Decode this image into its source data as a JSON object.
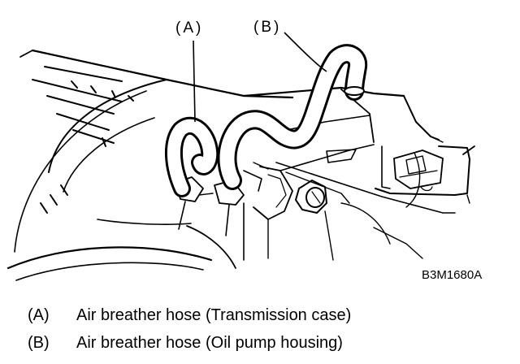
{
  "callouts": {
    "a": "(A)",
    "b": "(B)"
  },
  "figure_code": "B3M1680A",
  "legend": [
    {
      "key": "(A)",
      "text": "Air breather hose (Transmission case)"
    },
    {
      "key": "(B)",
      "text": "Air breather hose (Oil pump housing)"
    }
  ]
}
